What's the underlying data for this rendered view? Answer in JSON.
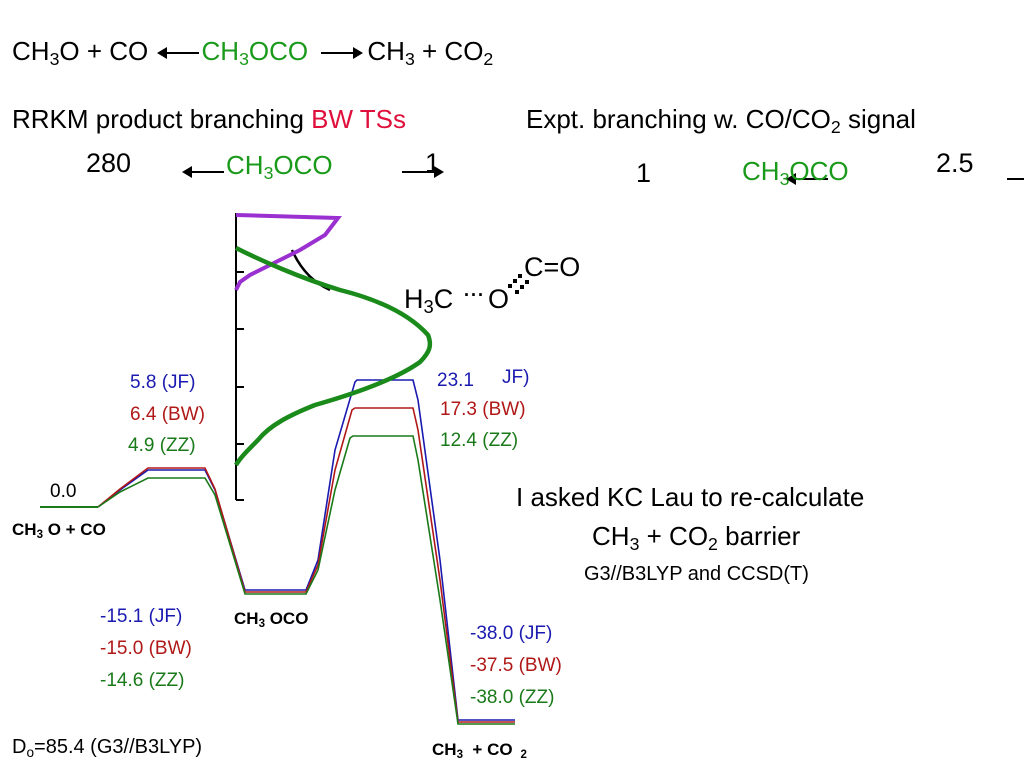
{
  "reaction": {
    "left": "CH3O + CO",
    "middle": "CH3OCO",
    "right": "CH3 + CO2"
  },
  "rrkm": {
    "label_prefix": "RRKM product branching ",
    "label_highlight": "BW TSs",
    "left_value": "280",
    "middle": "CH3OCO",
    "right_value": "1"
  },
  "expt": {
    "label": "Expt. branching w. CO/CO2 signal",
    "left_value": "1",
    "middle": "CH3OCO",
    "right_value": "2.5"
  },
  "molecule": {
    "left": "H3C",
    "dots": "···",
    "o": "O",
    "co": "C=O"
  },
  "energies": {
    "reactant": {
      "zero": "0.0",
      "label": "CH3 O + CO"
    },
    "ts1": {
      "jf": "5.8 (JF)",
      "bw": "6.4 (BW)",
      "zz": "4.9 (ZZ)"
    },
    "well": {
      "jf": "-15.1 (JF)",
      "bw": "-15.0 (BW)",
      "zz": "-14.6 (ZZ)",
      "label": "CH3 OCO"
    },
    "ts2": {
      "jf_value": "23.1",
      "jf_tag": "JF)",
      "bw": "17.3 (BW)",
      "zz": "12.4 (ZZ)"
    },
    "product": {
      "jf": "-38.0 (JF)",
      "bw": "-37.5 (BW)",
      "zz": "-38.0 (ZZ)",
      "label": "CH3 + CO 2"
    }
  },
  "note": {
    "line1": "I asked KC Lau to re-calculate",
    "line2": "CH3 + CO2 barrier",
    "line3": "G3//B3LYP and CCSD(T)"
  },
  "footer": {
    "d0": "Do=85.4 (G3//B3LYP)"
  },
  "colors": {
    "jf": "#1a1ab0",
    "bw": "#b01818",
    "zz": "#1a7a1a",
    "distribution_green": "#1a8a1a",
    "distribution_purple": "#9b30d0",
    "highlight_red": "#e0103c",
    "species_green": "#1a9a1a"
  }
}
